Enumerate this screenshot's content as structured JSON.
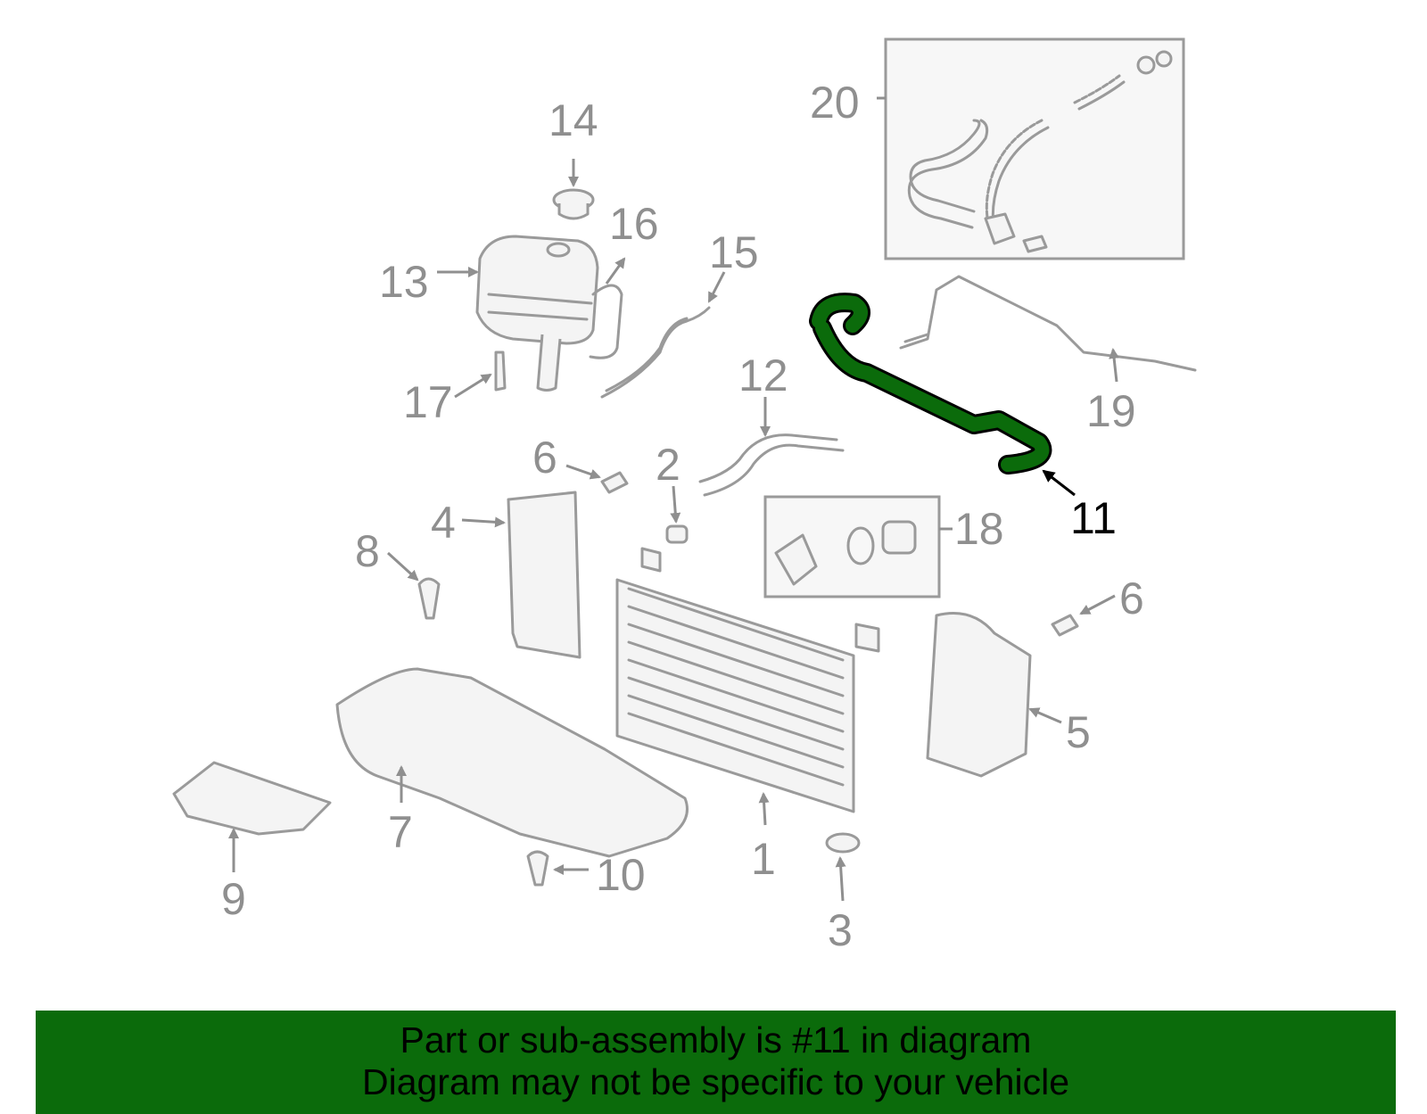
{
  "callouts": [
    {
      "id": "1",
      "label": "1"
    },
    {
      "id": "2",
      "label": "2"
    },
    {
      "id": "3",
      "label": "3"
    },
    {
      "id": "4",
      "label": "4"
    },
    {
      "id": "5",
      "label": "5"
    },
    {
      "id": "6a",
      "label": "6"
    },
    {
      "id": "6b",
      "label": "6"
    },
    {
      "id": "7",
      "label": "7"
    },
    {
      "id": "8",
      "label": "8"
    },
    {
      "id": "9",
      "label": "9"
    },
    {
      "id": "10",
      "label": "10"
    },
    {
      "id": "11",
      "label": "11"
    },
    {
      "id": "12",
      "label": "12"
    },
    {
      "id": "13",
      "label": "13"
    },
    {
      "id": "14",
      "label": "14"
    },
    {
      "id": "15",
      "label": "15"
    },
    {
      "id": "16",
      "label": "16"
    },
    {
      "id": "17",
      "label": "17"
    },
    {
      "id": "18",
      "label": "18"
    },
    {
      "id": "19",
      "label": "19"
    },
    {
      "id": "20",
      "label": "20"
    }
  ],
  "highlight": {
    "part": "11",
    "color": "#0b6b0b"
  },
  "footer": {
    "line1": "Part or sub-assembly is #11 in diagram",
    "line2": "Diagram may not be specific to your vehicle",
    "background": "#0b6b0b"
  }
}
